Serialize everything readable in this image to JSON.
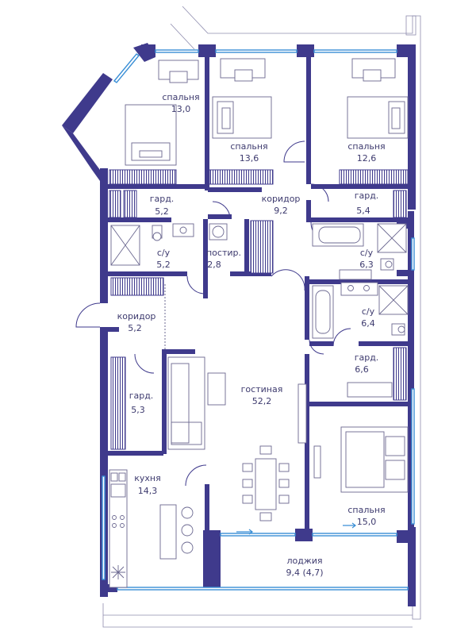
{
  "plan": {
    "colors": {
      "wall": "#3f3a8c",
      "glass": "#3a8fd6",
      "furniture": "#6b6890",
      "text": "#3d3a6e"
    },
    "rooms": [
      {
        "id": "bedroom-1",
        "name": "спальня",
        "area": "13,0"
      },
      {
        "id": "bedroom-2",
        "name": "спальня",
        "area": "13,6"
      },
      {
        "id": "bedroom-3",
        "name": "спальня",
        "area": "12,6"
      },
      {
        "id": "wardrobe-1",
        "name": "гард.",
        "area": "5,2"
      },
      {
        "id": "corridor-1",
        "name": "коридор",
        "area": "9,2"
      },
      {
        "id": "wardrobe-2",
        "name": "гард.",
        "area": "5,4"
      },
      {
        "id": "bathroom-1",
        "name": "с/у",
        "area": "5,2"
      },
      {
        "id": "laundry",
        "name": "постир.",
        "area": "2,8"
      },
      {
        "id": "bathroom-2",
        "name": "с/у",
        "area": "6,3"
      },
      {
        "id": "corridor-2",
        "name": "коридор",
        "area": "5,2"
      },
      {
        "id": "bathroom-3",
        "name": "с/у",
        "area": "6,4"
      },
      {
        "id": "wardrobe-3",
        "name": "гард.",
        "area": "6,6"
      },
      {
        "id": "wardrobe-4",
        "name": "гард.",
        "area": "5,3"
      },
      {
        "id": "living-room",
        "name": "гостиная",
        "area": "52,2"
      },
      {
        "id": "kitchen",
        "name": "кухня",
        "area": "14,3"
      },
      {
        "id": "bedroom-4",
        "name": "спальня",
        "area": "15,0"
      },
      {
        "id": "loggia",
        "name": "лоджия",
        "area": "9,4 (4,7)"
      }
    ]
  }
}
